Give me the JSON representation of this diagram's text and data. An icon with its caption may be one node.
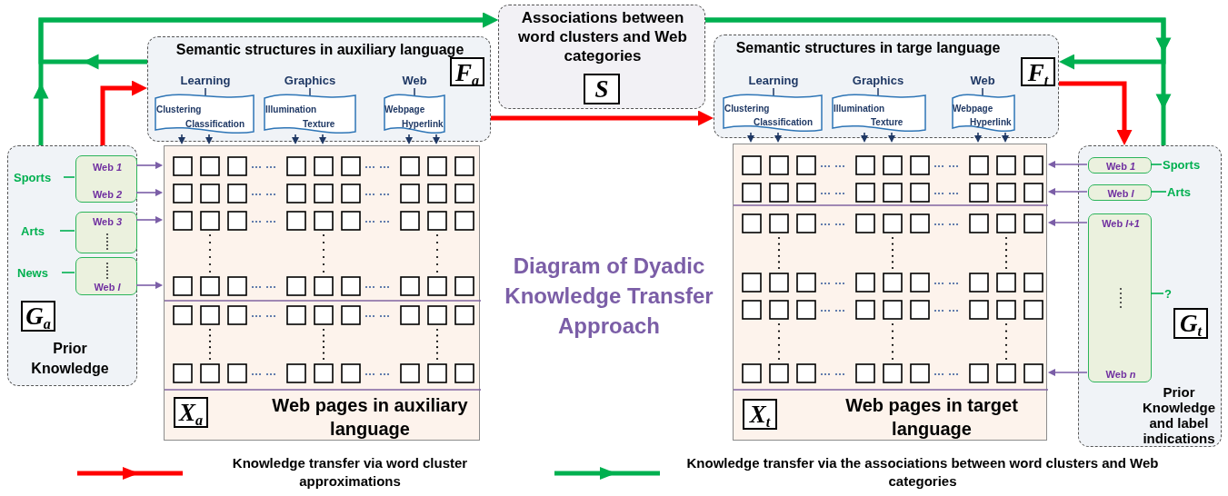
{
  "diagram": {
    "title": "Diagram of Dyadic Knowledge Transfer Approach",
    "nodes": [
      {
        "text": [
          "Semantic structures in auxiliary language",
          "F$_{a}$"
        ]
      },
      {
        "text": [
          "Learning",
          "Clustering",
          "Classification"
        ],
        "in": 0
      },
      {
        "text": [
          "Graphics",
          "Illumination",
          "Texture"
        ],
        "in": 0
      },
      {
        "text": [
          "Web",
          "Webpage",
          "Hyperlink"
        ],
        "in": 0
      },
      {
        "text": [
          "Associations between word clusters and Web categories",
          "S"
        ]
      },
      {
        "text": [
          "Semantic structures in targe language",
          "F$_{t}$"
        ]
      },
      {
        "text": [
          "Learning",
          "Clustering",
          "Classification"
        ],
        "in": 5
      },
      {
        "text": [
          "Graphics",
          "Illumination",
          "Texture"
        ],
        "in": 5
      },
      {
        "text": [
          "Web",
          "Webpage",
          "Hyperlink"
        ],
        "in": 5
      },
      {
        "text": [
          "G$_{a}$",
          "Prior Knowledge"
        ]
      },
      {
        "text": [
          "Sports"
        ],
        "in": 9
      },
      {
        "text": [
          "Web *1*",
          "Web *2*"
        ],
        "in": 9
      },
      {
        "text": [
          "Arts"
        ],
        "in": 9
      },
      {
        "text": [
          "Web *3*"
        ],
        "in": 9
      },
      {
        "text": [
          "News"
        ],
        "in": 9
      },
      {
        "text": [
          "Web *l*"
        ],
        "in": 9
      },
      {
        "text": [
          "X$_{a}$",
          "Web pages in auxiliary language"
        ]
      },
      {
        "text": [
          "X$_{t}$",
          "Web pages in target language"
        ]
      },
      {
        "text": [
          "G$_{t}$",
          "Prior Knowledge and label indications"
        ]
      },
      {
        "text": [
          "Web *1*"
        ],
        "in": 18
      },
      {
        "text": [
          "Sports"
        ],
        "in": 18
      },
      {
        "text": [
          "Web *l*"
        ],
        "in": 18
      },
      {
        "text": [
          "Arts"
        ],
        "in": 18
      },
      {
        "text": [
          "Web *l+1*",
          "Web *n*"
        ],
        "in": 18
      },
      {
        "text": [
          "?"
        ],
        "in": 18
      }
    ],
    "edges": [
      {
        "from": 9,
        "to": 4,
        "arrow": "to",
        "style": "thick",
        "color": "#00b050"
      },
      {
        "from": 0,
        "to": 4,
        "arrow": "to",
        "style": "thick",
        "color": "#00b050"
      },
      {
        "from": 4,
        "to": 5,
        "arrow": "to",
        "style": "thick",
        "color": "#00b050"
      },
      {
        "from": 4,
        "to": 18,
        "arrow": "to",
        "style": "thick",
        "color": "#00b050"
      },
      {
        "from": 9,
        "to": 0,
        "arrow": "to",
        "style": "thick",
        "color": "#ff0000"
      },
      {
        "from": 0,
        "to": 5,
        "arrow": "to",
        "style": "thick",
        "color": "#ff0000"
      },
      {
        "from": 5,
        "to": 18,
        "arrow": "to",
        "style": "thick",
        "color": "#ff0000"
      },
      {
        "from": 1,
        "to": 16,
        "arrow": "to"
      },
      {
        "from": 1,
        "to": 16,
        "arrow": "to"
      },
      {
        "from": 2,
        "to": 16,
        "arrow": "to"
      },
      {
        "from": 2,
        "to": 16,
        "arrow": "to"
      },
      {
        "from": 3,
        "to": 16,
        "arrow": "to"
      },
      {
        "from": 3,
        "to": 16,
        "arrow": "to"
      },
      {
        "from": 6,
        "to": 17,
        "arrow": "to"
      },
      {
        "from": 6,
        "to": 17,
        "arrow": "to"
      },
      {
        "from": 7,
        "to": 17,
        "arrow": "to"
      },
      {
        "from": 7,
        "to": 17,
        "arrow": "to"
      },
      {
        "from": 8,
        "to": 17,
        "arrow": "to"
      },
      {
        "from": 8,
        "to": 17,
        "arrow": "to"
      },
      {
        "from": 11,
        "to": 16,
        "arrow": "to",
        "color": "#7b5ea7"
      },
      {
        "from": 11,
        "to": 16,
        "arrow": "to",
        "color": "#7b5ea7"
      },
      {
        "from": 13,
        "to": 16,
        "arrow": "to",
        "color": "#7b5ea7"
      },
      {
        "from": 15,
        "to": 16,
        "arrow": "to",
        "color": "#7b5ea7"
      },
      {
        "from": 19,
        "to": 17,
        "arrow": "to",
        "color": "#7b5ea7"
      },
      {
        "from": 21,
        "to": 17,
        "arrow": "to",
        "color": "#7b5ea7"
      },
      {
        "from": 23,
        "to": 17,
        "arrow": "to",
        "color": "#7b5ea7"
      },
      {
        "from": 23,
        "to": 17,
        "arrow": "to",
        "color": "#7b5ea7"
      },
      {
        "from": 10,
        "to": 11,
        "arrow": "none",
        "color": "#00b050"
      },
      {
        "from": 12,
        "to": 13,
        "arrow": "none",
        "color": "#00b050"
      },
      {
        "from": 14,
        "to": 15,
        "arrow": "none",
        "color": "#00b050"
      },
      {
        "from": 20,
        "to": 19,
        "arrow": "none",
        "color": "#00b050"
      },
      {
        "from": 22,
        "to": 21,
        "arrow": "none",
        "color": "#00b050"
      },
      {
        "from": 24,
        "to": 23,
        "arrow": "none",
        "color": "#00b050"
      }
    ],
    "legend": [
      {
        "text": "Knowledge transfer via word cluster approximations"
      },
      {
        "text": "Knowledge transfer via the associations between word clusters and Web categories"
      }
    ]
  }
}
